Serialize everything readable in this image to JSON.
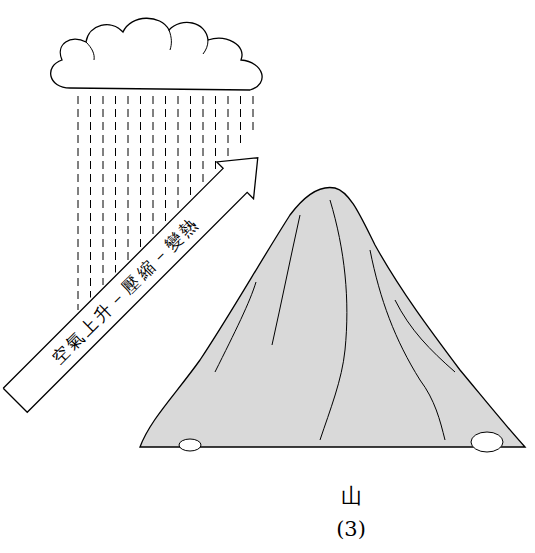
{
  "diagram": {
    "nodes": [
      {
        "text": [
          "空氣上升－壓縮－變熱"
        ]
      }
    ],
    "labels": [
      "山",
      "(3)"
    ]
  }
}
